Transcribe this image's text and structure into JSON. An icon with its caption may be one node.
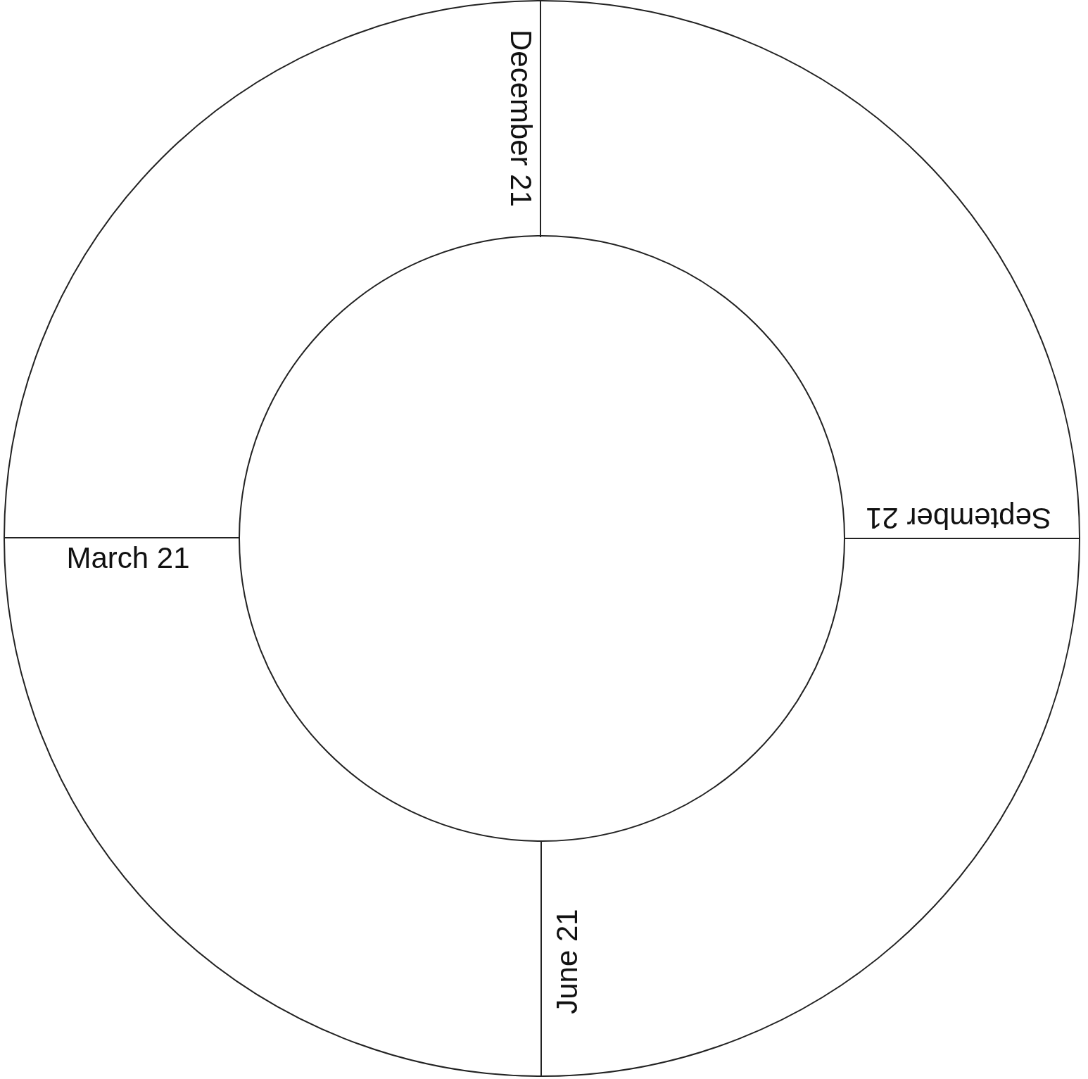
{
  "diagram": {
    "labels": [
      "December 21",
      "September 21",
      "March 21",
      "June 21"
    ]
  }
}
